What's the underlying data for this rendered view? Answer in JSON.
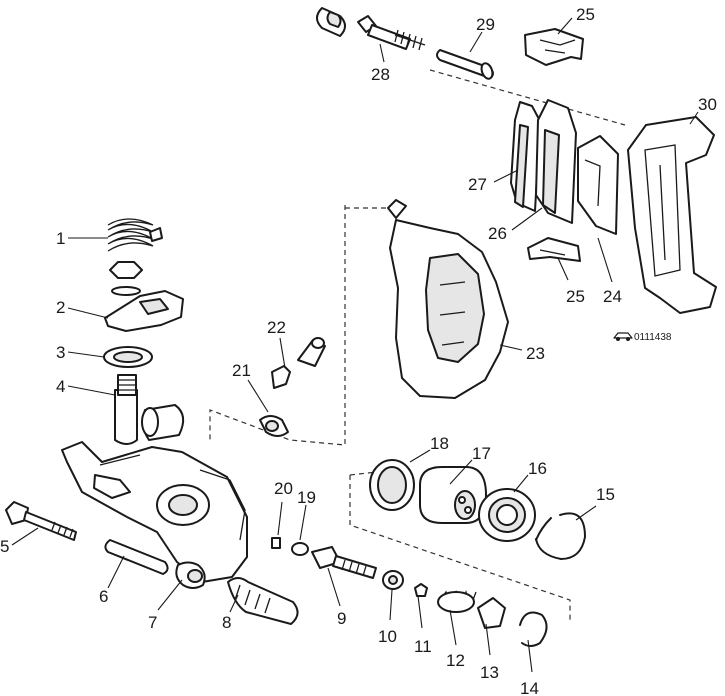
{
  "diagram": {
    "callouts": [
      "1",
      "2",
      "3",
      "4",
      "5",
      "6",
      "7",
      "8",
      "9",
      "10",
      "11",
      "12",
      "13",
      "14",
      "15",
      "16",
      "17",
      "18",
      "19",
      "20",
      "21",
      "22",
      "23",
      "24",
      "25",
      "25",
      "26",
      "27",
      "28",
      "29",
      "30"
    ],
    "image_code": "0111438"
  }
}
